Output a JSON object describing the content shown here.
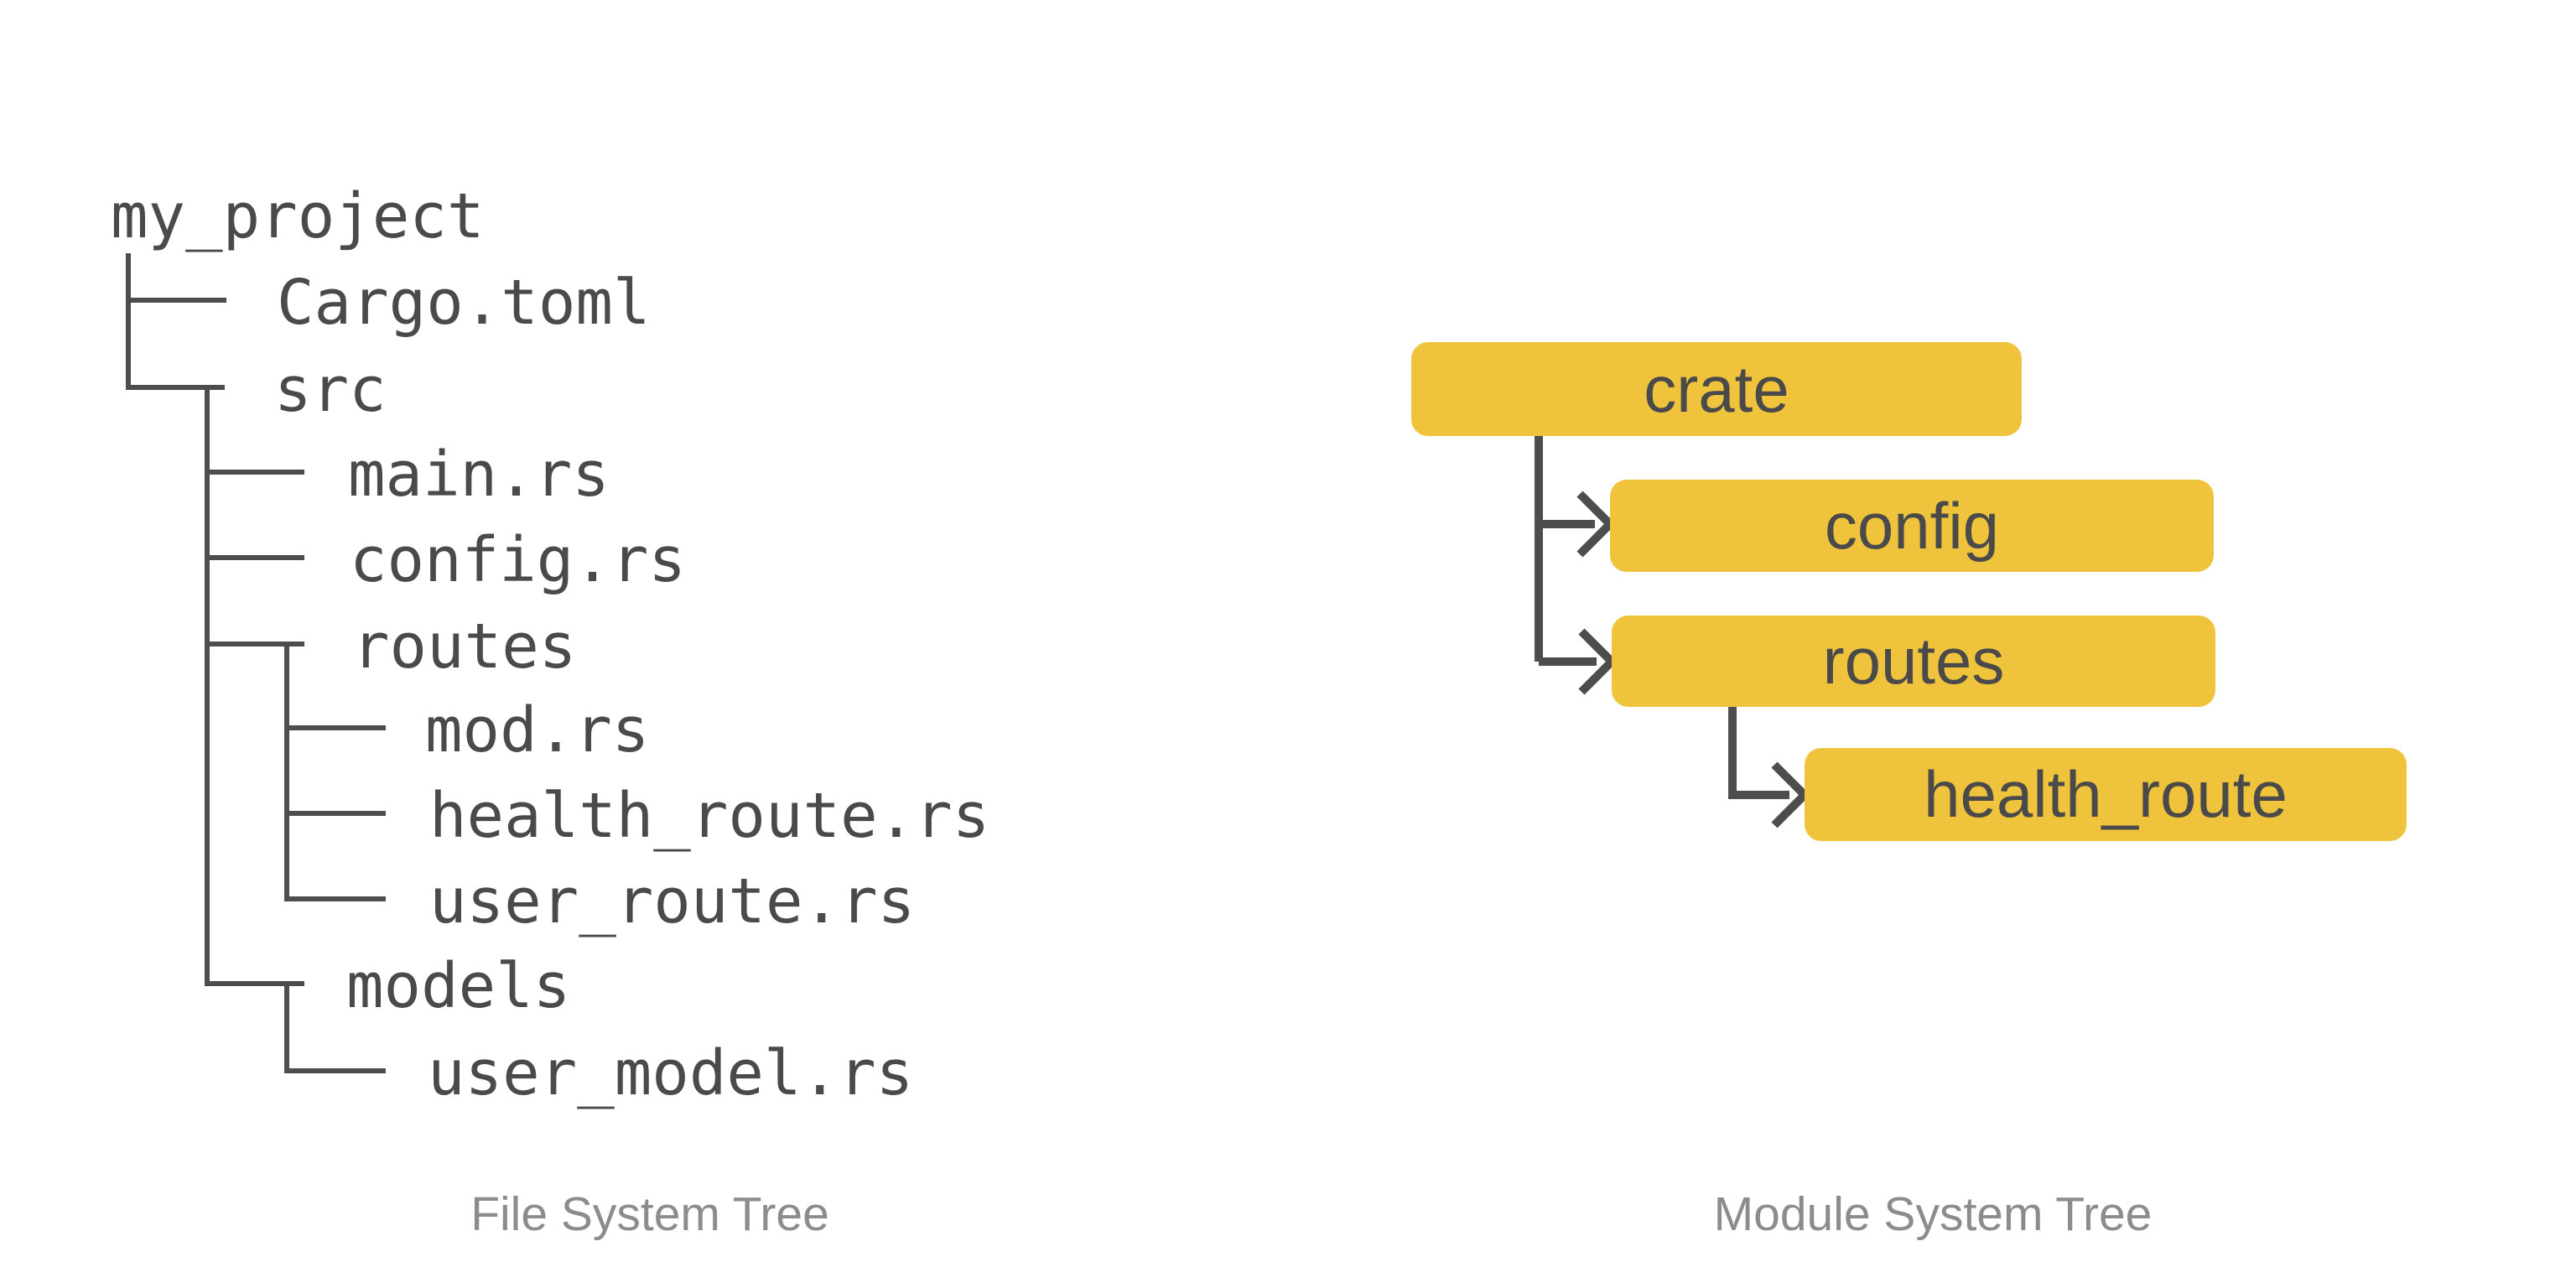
{
  "colors": {
    "accent_yellow": "#F0C33C",
    "line_gray": "#4D4D4D",
    "text_gray": "#4A4A4A",
    "caption_gray": "#8C8C8C",
    "canvas_bg": "#FFFFFF"
  },
  "file_tree": {
    "caption": "File System Tree",
    "items": [
      {
        "label": "my_project",
        "level": 0,
        "type": "folder"
      },
      {
        "label": "Cargo.toml",
        "level": 1,
        "type": "file"
      },
      {
        "label": "src",
        "level": 1,
        "type": "folder"
      },
      {
        "label": "main.rs",
        "level": 2,
        "type": "file"
      },
      {
        "label": "config.rs",
        "level": 2,
        "type": "file"
      },
      {
        "label": "routes",
        "level": 2,
        "type": "folder"
      },
      {
        "label": "mod.rs",
        "level": 3,
        "type": "file"
      },
      {
        "label": "health_route.rs",
        "level": 3,
        "type": "file"
      },
      {
        "label": "user_route.rs",
        "level": 3,
        "type": "file"
      },
      {
        "label": "models",
        "level": 2,
        "type": "folder"
      },
      {
        "label": "user_model.rs",
        "level": 3,
        "type": "file"
      }
    ]
  },
  "module_tree": {
    "caption": "Module System Tree",
    "nodes": [
      {
        "label": "crate",
        "parent": null
      },
      {
        "label": "config",
        "parent": "crate"
      },
      {
        "label": "routes",
        "parent": "crate"
      },
      {
        "label": "health_route",
        "parent": "routes"
      }
    ]
  }
}
